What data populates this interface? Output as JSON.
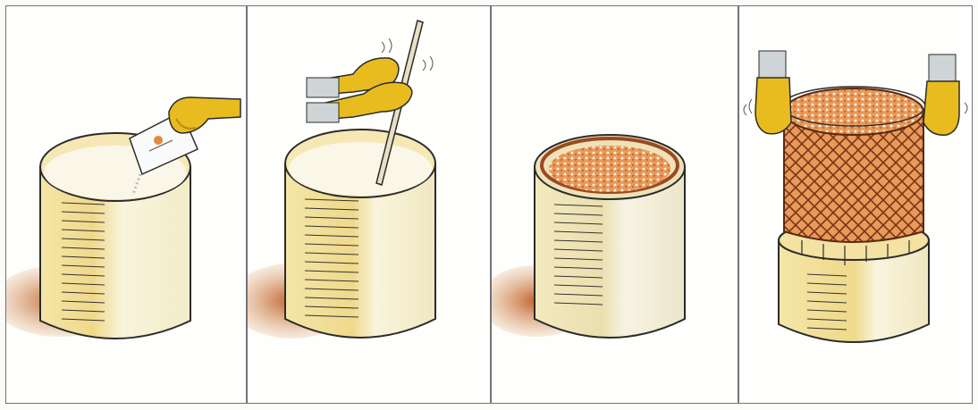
{
  "figure": {
    "panel_count": 4,
    "steps": [
      {
        "name": "pour-powder",
        "icons": [
          "barrel-icon",
          "gloved-hand-icon",
          "packet-icon"
        ]
      },
      {
        "name": "stir-solution",
        "icons": [
          "barrel-icon",
          "gloved-hands-icon",
          "stick-icon"
        ]
      },
      {
        "name": "soak-basket",
        "icons": [
          "barrel-icon",
          "basket-icon",
          "seeds-icon"
        ]
      },
      {
        "name": "lift-basket-drain",
        "icons": [
          "barrel-icon",
          "net-basket-icon",
          "gloved-hands-icon",
          "drips-icon"
        ]
      }
    ]
  },
  "colors": {
    "outline": "#2b2b2b",
    "glove": "#e8bc1e",
    "glove_shadow": "#b98a10",
    "barrel_light": "#f7f1d6",
    "barrel_shade": "#e8d38a",
    "soil": "#b9522a",
    "seeds": "#e79a5a",
    "basket": "#9a4a20",
    "panel_border": "#6f7478"
  }
}
